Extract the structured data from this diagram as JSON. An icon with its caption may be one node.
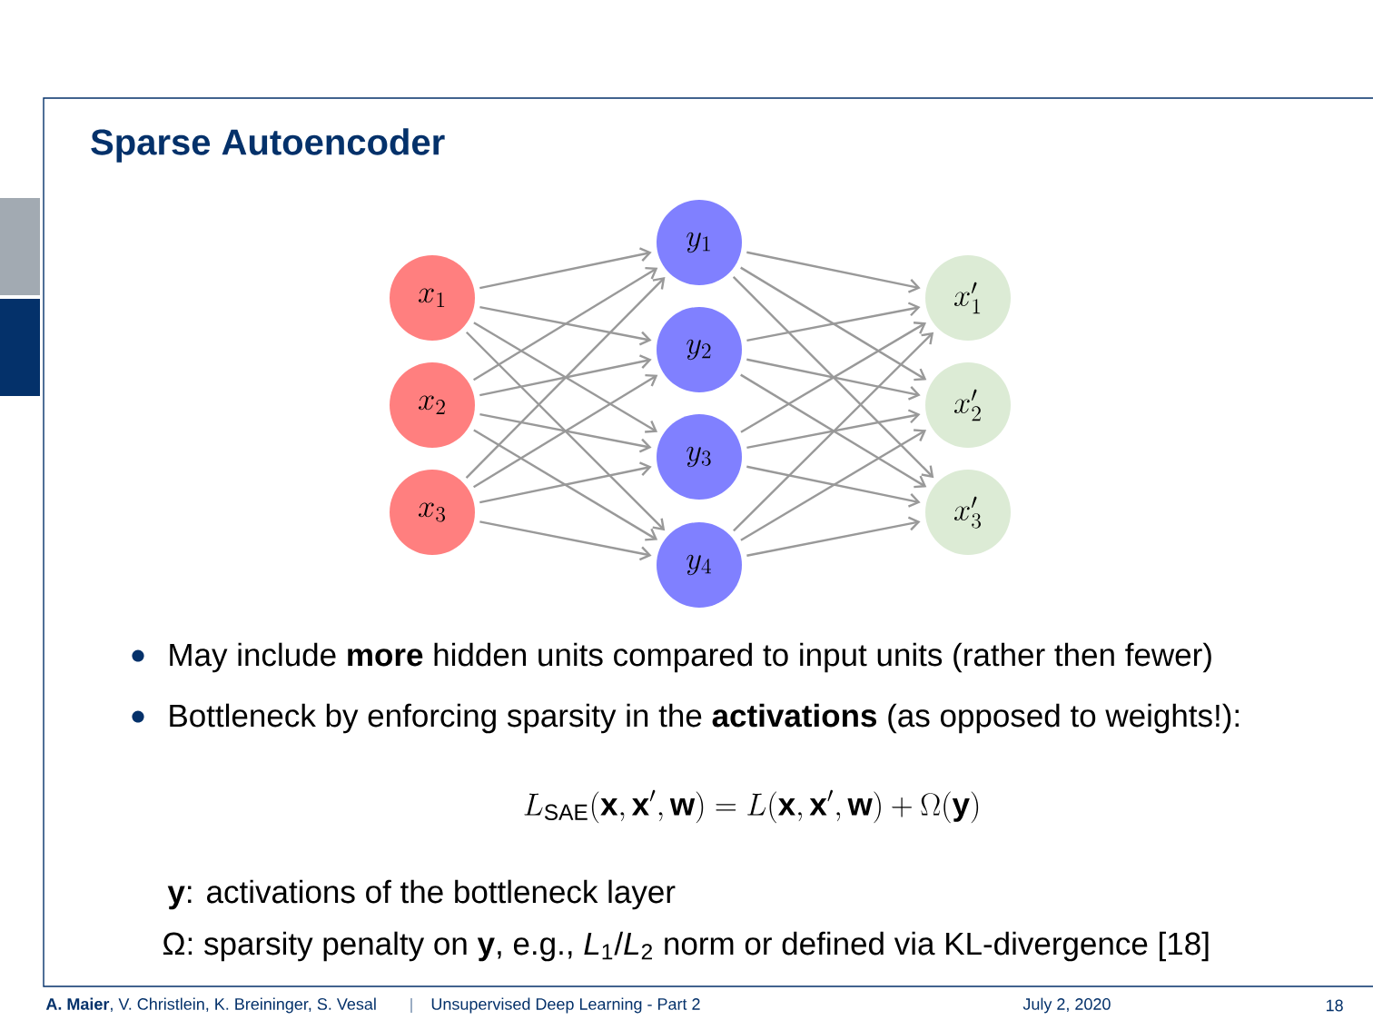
{
  "diagram": {
    "title": "Sparse Autoencoder",
    "nodes": [
      {
        "text": [
          "x_1"
        ]
      },
      {
        "text": [
          "x_2"
        ]
      },
      {
        "text": [
          "x_3"
        ]
      },
      {
        "text": [
          "y_1"
        ]
      },
      {
        "text": [
          "y_2"
        ]
      },
      {
        "text": [
          "y_3"
        ]
      },
      {
        "text": [
          "y_4"
        ]
      },
      {
        "text": [
          "x'_1"
        ]
      },
      {
        "text": [
          "x'_2"
        ]
      },
      {
        "text": [
          "x'_3"
        ]
      }
    ],
    "edges": [
      {
        "from": 0,
        "to": 3,
        "arrow": "to"
      },
      {
        "from": 0,
        "to": 4,
        "arrow": "to"
      },
      {
        "from": 0,
        "to": 5,
        "arrow": "to"
      },
      {
        "from": 0,
        "to": 6,
        "arrow": "to"
      },
      {
        "from": 1,
        "to": 3,
        "arrow": "to"
      },
      {
        "from": 1,
        "to": 4,
        "arrow": "to"
      },
      {
        "from": 1,
        "to": 5,
        "arrow": "to"
      },
      {
        "from": 1,
        "to": 6,
        "arrow": "to"
      },
      {
        "from": 2,
        "to": 3,
        "arrow": "to"
      },
      {
        "from": 2,
        "to": 4,
        "arrow": "to"
      },
      {
        "from": 2,
        "to": 5,
        "arrow": "to"
      },
      {
        "from": 2,
        "to": 6,
        "arrow": "to"
      },
      {
        "from": 3,
        "to": 7,
        "arrow": "to"
      },
      {
        "from": 3,
        "to": 8,
        "arrow": "to"
      },
      {
        "from": 3,
        "to": 9,
        "arrow": "to"
      },
      {
        "from": 4,
        "to": 7,
        "arrow": "to"
      },
      {
        "from": 4,
        "to": 8,
        "arrow": "to"
      },
      {
        "from": 4,
        "to": 9,
        "arrow": "to"
      },
      {
        "from": 5,
        "to": 7,
        "arrow": "to"
      },
      {
        "from": 5,
        "to": 8,
        "arrow": "to"
      },
      {
        "from": 5,
        "to": 9,
        "arrow": "to"
      },
      {
        "from": 6,
        "to": 7,
        "arrow": "to"
      },
      {
        "from": 6,
        "to": 8,
        "arrow": "to"
      },
      {
        "from": 6,
        "to": 9,
        "arrow": "to"
      }
    ],
    "labels": [
      "May include **more** hidden units compared to input units (rather then fewer)",
      "Bottleneck by enforcing sparsity in the **activations** (as opposed to weights!):",
      "L_{\\mathrm{SAE}}(\\mathbf{x},\\mathbf{x}',\\mathbf{w}) = L(\\mathbf{x},\\mathbf{x}',\\mathbf{w}) + \\Omega(\\mathbf{y})",
      "**y**: activations of the bottleneck layer",
      "Ω: sparsity penalty on **y**, e.g., *L*$_{1}$/*L*$_{2}$ norm or defined via KL-divergence [18]",
      "**A. Maier**, V. Christlein, K. Breininger, S. Vesal",
      "Unsupervised Deep Learning - Part 2",
      "July 2, 2020",
      "18"
    ]
  }
}
